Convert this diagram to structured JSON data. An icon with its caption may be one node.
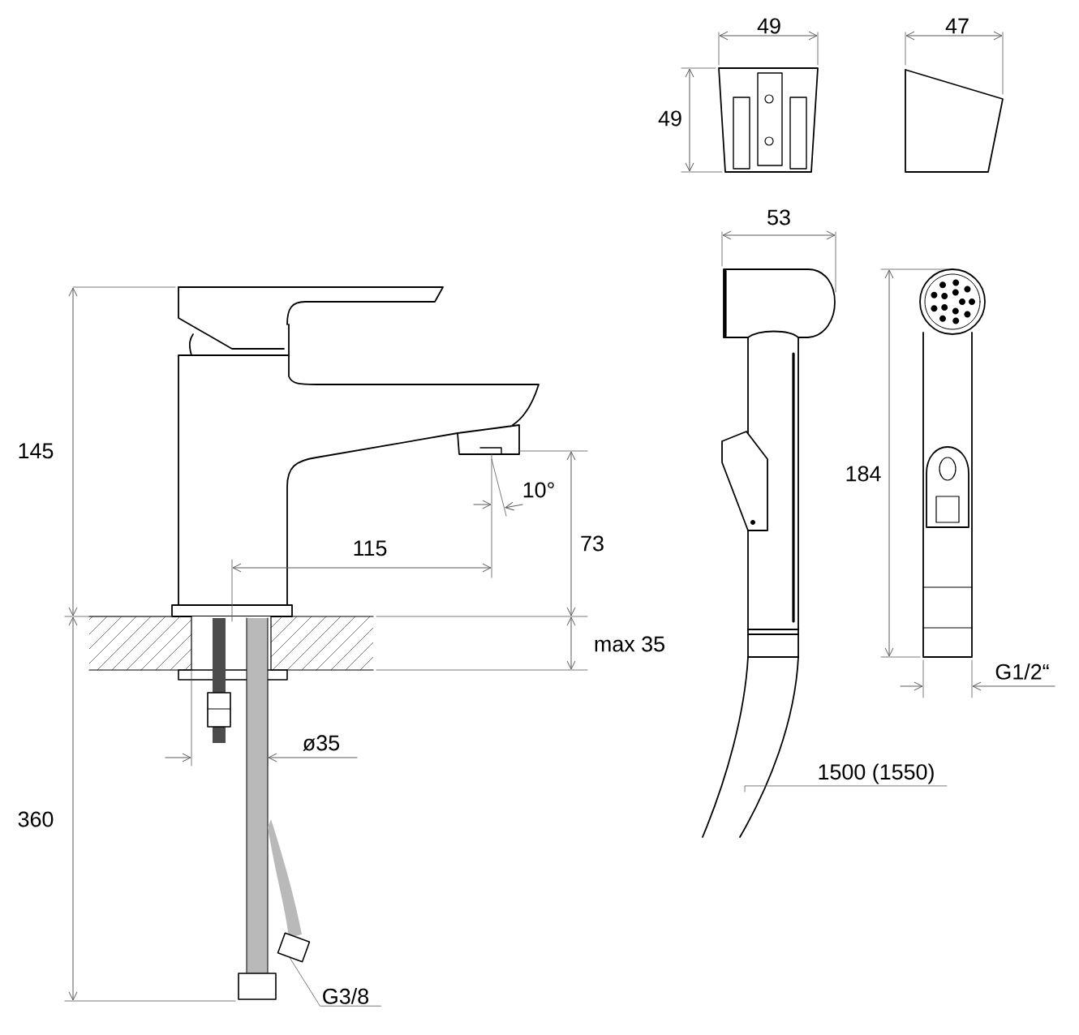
{
  "diagram": {
    "nodes": [
      {
        "text": [
          "1500 (1550)"
        ]
      },
      {
        "text": [],
        "shape": "picture"
      },
      {
        "text": [
          "G3/8"
        ]
      },
      {
        "text": [],
        "shape": "picture"
      }
    ],
    "edges": [
      {
        "from": 0,
        "to": 1,
        "arrow": "none"
      },
      {
        "from": 2,
        "to": 3,
        "arrow": "none"
      }
    ],
    "labels": [
      "49",
      "47",
      "49",
      "53",
      "145",
      "184",
      "10°",
      "73",
      "115",
      "max 35",
      "ø35",
      "G1/2“",
      "360"
    ]
  }
}
